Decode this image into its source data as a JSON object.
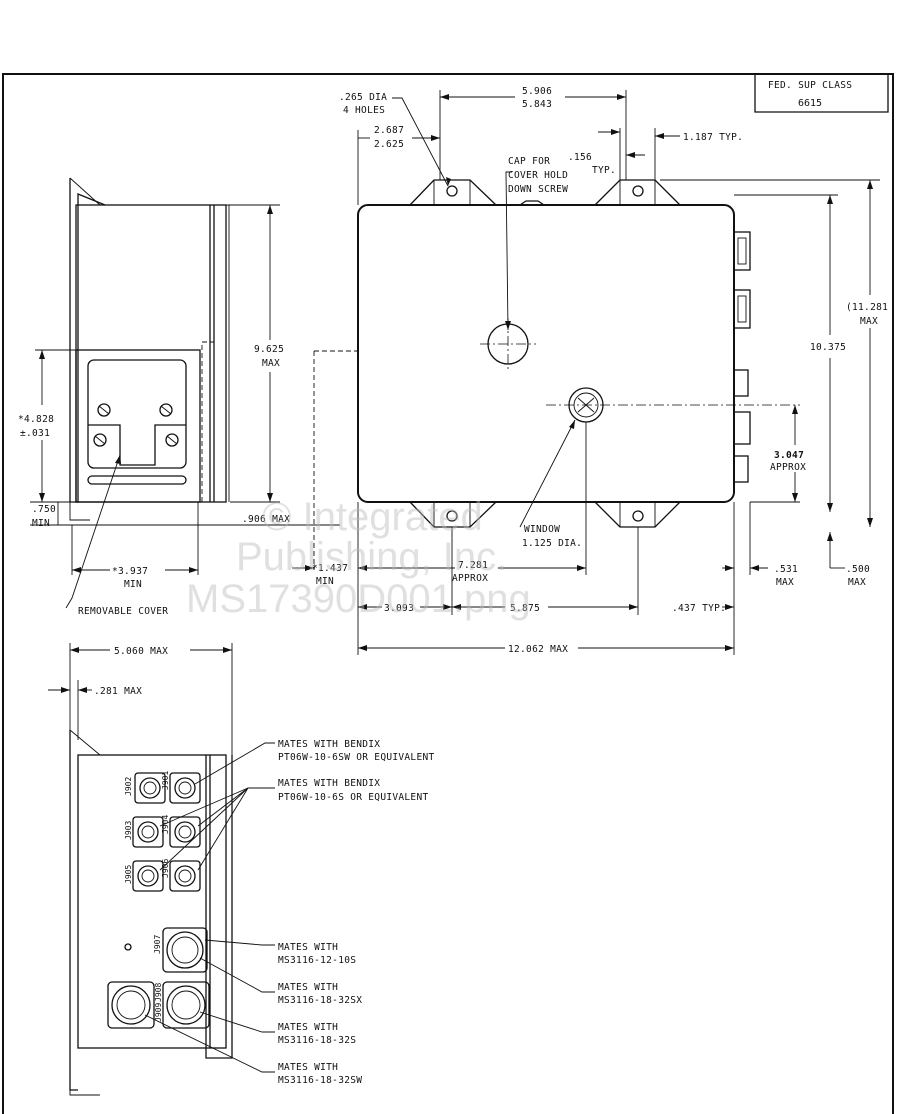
{
  "title_block": {
    "class_label": "FED. SUP CLASS",
    "class_value": "6615"
  },
  "watermark": [
    "© Integrated",
    "Publishing, Inc.",
    "MS17390D001.png"
  ],
  "side_view": {
    "removable_cover": "REMOVABLE COVER",
    "dim_9625": [
      "9.625",
      "MAX"
    ],
    "dim_4828": [
      "*4.828",
      "±.031"
    ],
    "dim_750": [
      ".750",
      "MIN"
    ],
    "dim_906": ".906 MAX",
    "dim_3937": [
      "*3.937",
      "MIN"
    ]
  },
  "front_view": {
    "holes": [
      ".265 DIA",
      "4 HOLES"
    ],
    "dim_2687": [
      "2.687",
      "2.625"
    ],
    "dim_5906": [
      "5.906",
      "5.843"
    ],
    "dim_156": [
      ".156",
      "TYP."
    ],
    "dim_1187": "1.187 TYP.",
    "cap": [
      "CAP FOR",
      "COVER HOLD",
      "DOWN SCREW"
    ],
    "dim_11281": [
      "(11.281",
      "MAX"
    ],
    "dim_10375": "10.375",
    "dim_3047": [
      "3.047",
      "APPROX"
    ],
    "window": [
      "WINDOW",
      "1.125 DIA."
    ],
    "dim_1437": [
      "*1.437",
      "MIN"
    ],
    "dim_7281": [
      "7.281",
      "APPROX"
    ],
    "dim_531": [
      ".531",
      "MAX"
    ],
    "dim_500": [
      ".500",
      "MAX"
    ],
    "dim_3093": "3.093",
    "dim_5875": "5.875",
    "dim_437": ".437 TYP.",
    "dim_12062": "12.062 MAX"
  },
  "bottom_view": {
    "dim_5060": "5.060 MAX",
    "dim_281": ".281 MAX",
    "notes": [
      [
        "MATES WITH BENDIX",
        "PT06W-10-6SW OR EQUIVALENT"
      ],
      [
        "MATES WITH BENDIX",
        "PT06W-10-6S OR EQUIVALENT"
      ],
      [
        "MATES WITH",
        "MS3116-12-10S"
      ],
      [
        "MATES WITH",
        "MS3116-18-32SX"
      ],
      [
        "MATES WITH",
        "MS3116-18-32S"
      ],
      [
        "MATES WITH",
        "MS3116-18-32SW"
      ]
    ],
    "connector_tags": [
      "J902",
      "J901",
      "J903",
      "J904",
      "J905",
      "J906",
      "J907",
      "J908",
      "J909"
    ]
  }
}
